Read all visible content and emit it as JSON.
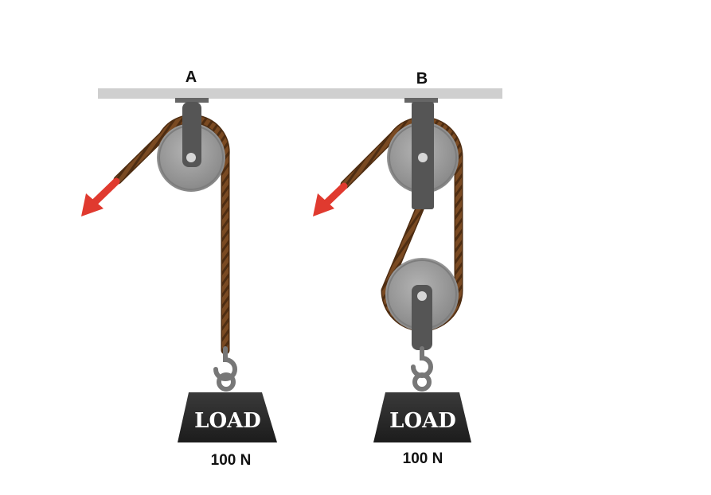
{
  "systems": [
    {
      "label": "A",
      "load_text": "LOAD",
      "load_weight": "100 N"
    },
    {
      "label": "B",
      "load_text": "LOAD",
      "load_weight": "100 N"
    }
  ],
  "colors": {
    "ceiling": "#cfcfcf",
    "rope": "#7a4a22",
    "rope_dark": "#4e2d12",
    "pulley": "#9a9a9a",
    "bracket": "#555555",
    "arrow": "#e03a2f",
    "weight": "#2a2a2a"
  }
}
